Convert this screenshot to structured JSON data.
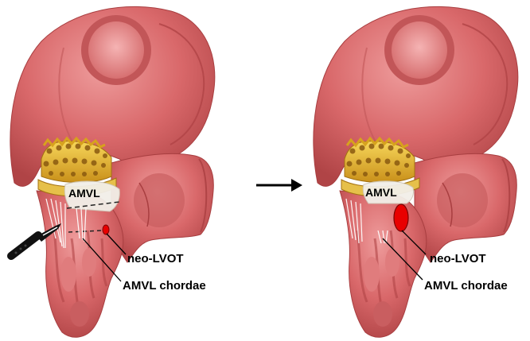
{
  "panels": [
    {
      "id": "before",
      "labels": {
        "leaflet": "AMVL",
        "neo_lvot": "neo-LVOT",
        "chordae": "AMVL chordae"
      }
    },
    {
      "id": "after",
      "labels": {
        "leaflet": "AMVL",
        "neo_lvot": "neo-LVOT",
        "chordae": "AMVL chordae"
      }
    }
  ],
  "colors": {
    "tissue": "#d9686a",
    "tissue_dark": "#b84a4c",
    "tissue_light": "#ec9a9a",
    "valve_gold": "#e8b623",
    "valve_gold_dark": "#b8860b",
    "leaflet": "#f2efe8",
    "neo_lvot": "#e80000",
    "arrow": "#000000"
  },
  "icons": {
    "cutting_tool": "scalpel-icon",
    "transition": "arrow-right-icon"
  }
}
